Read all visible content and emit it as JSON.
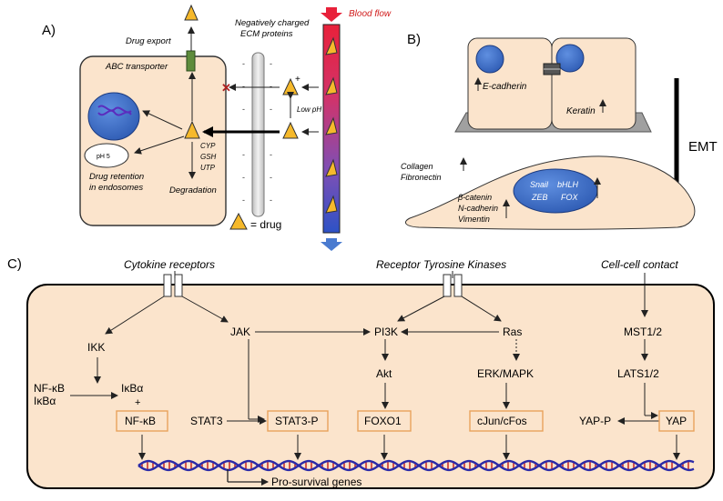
{
  "panel_a": {
    "label": "A)",
    "blood_flow": "Blood flow",
    "drug_export": "Drug export",
    "ecm_line1": "Negatively charged",
    "ecm_line2": "ECM proteins",
    "abc_transporter": "ABC transporter",
    "plus_sign": "+",
    "low_ph": "Low pH",
    "ph5": "pH 5",
    "retention_line1": "Drug retention",
    "retention_line2": "in endosomes",
    "enzyme_1": "CYP",
    "enzyme_2": "GSH",
    "enzyme_3": "UTP",
    "degradation": "Degradation",
    "legend": "= drug",
    "minus_sign": "-"
  },
  "panel_b": {
    "label": "B)",
    "e_cadherin": "E-cadherin",
    "keratin": "Keratin",
    "emt": "EMT",
    "collagen": "Collagen",
    "fibronectin": "Fibronectin",
    "beta_catenin": "β-catenin",
    "n_cadherin": "N-cadherin",
    "vimentin": "Vimentin",
    "tf_snail": "Snail",
    "tf_zeb": "ZEB",
    "tf_bhlh": "bHLH",
    "tf_fox": "FOX"
  },
  "panel_c": {
    "label": "C)",
    "cytokine_receptors": "Cytokine receptors",
    "rtk": "Receptor Tyrosine Kinases",
    "cell_contact": "Cell-cell contact",
    "jak": "JAK",
    "pi3k": "PI3K",
    "ras": "Ras",
    "mst": "MST1/2",
    "ikk": "IKK",
    "akt": "Akt",
    "erk": "ERK/MAPK",
    "lats": "LATS1/2",
    "nfkb": "NF-κB",
    "ikba": "IκBα",
    "plus_sign": "+",
    "stat3": "STAT3",
    "stat3p": "STAT3-P",
    "foxo1": "FOXO1",
    "cjun": "cJun/cFos",
    "yapp": "YAP-P",
    "yap": "YAP",
    "pro_survival": "Pro-survival genes"
  },
  "colors": {
    "cell_fill": "#fbe4cc",
    "nucleus": "#3d6fc9",
    "drug": "#f6b92b",
    "box_border": "#e8a25c",
    "dna_blue": "#2a2aa8",
    "dna_red": "#c21818",
    "vessel_top": "#e8213a",
    "vessel_bottom": "#2d52c6"
  }
}
